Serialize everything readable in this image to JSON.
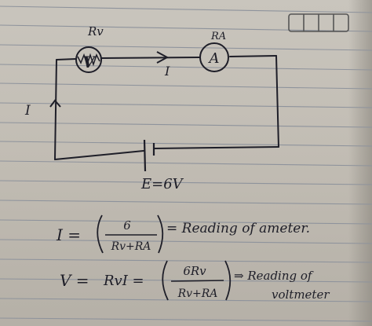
{
  "colors": {
    "ink": "#1e1e28",
    "rule_line": "#8e939c",
    "paper": "#c6c1b8"
  },
  "circuit": {
    "voltmeter_label": "Rv",
    "voltmeter_symbol": "V",
    "ammeter_label": "RA",
    "ammeter_symbol": "A",
    "current_top_label": "I",
    "current_left_label": "I",
    "battery_label": "E=6V"
  },
  "equations": {
    "eq1": {
      "lhs": "I =",
      "numerator": "6",
      "denominator": "Rv+RA",
      "rhs": "= Reading of ameter."
    },
    "eq2": {
      "lhs": "V =",
      "middle": "RvI =",
      "numerator": "6Rv",
      "denominator": "Rv+RA",
      "rhs_line1": "⇒ Reading of",
      "rhs_line2": "voltmeter"
    }
  }
}
